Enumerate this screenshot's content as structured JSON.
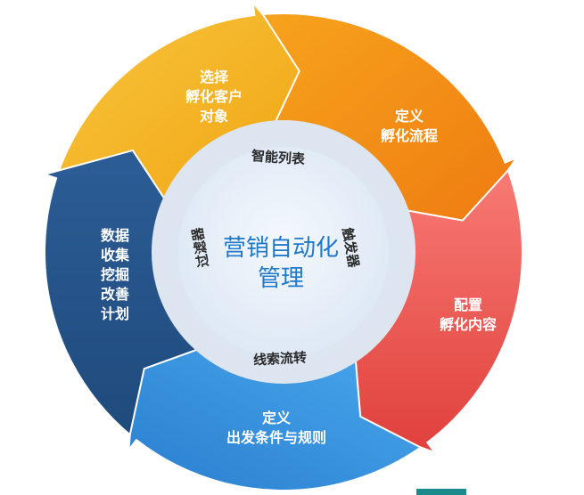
{
  "center": {
    "line1": "营销自动化",
    "line2": "管理"
  },
  "segments": [
    {
      "id": "select",
      "lines": [
        "选择",
        "孵化客户",
        "对象"
      ],
      "color": "#f4b41a"
    },
    {
      "id": "define-flow",
      "lines": [
        "定义",
        "孵化流程"
      ],
      "color": "#f39a12"
    },
    {
      "id": "config",
      "lines": [
        "配置",
        "孵化内容"
      ],
      "color": "#ef5a55"
    },
    {
      "id": "conditions",
      "lines": [
        "定义",
        "出发条件与规则"
      ],
      "color": "#3a97df"
    },
    {
      "id": "data",
      "lines": [
        "数据",
        "收集",
        "挖掘",
        "改善",
        "计划"
      ],
      "color": "#2b5b92"
    }
  ],
  "ring": {
    "top": "智能列表",
    "right": "触发器",
    "bottom": "线索流转",
    "left": "过滤器"
  },
  "colors": {
    "ring": "#dfe8f2",
    "center_disc": "#e7f0fa",
    "title": "#1f78c8"
  }
}
